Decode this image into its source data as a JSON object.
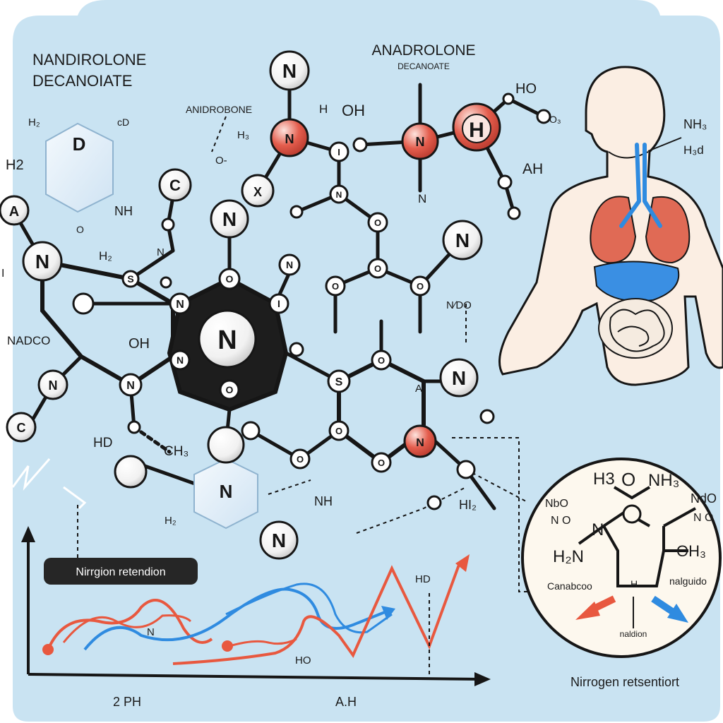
{
  "titles": {
    "left_line1": "NANDIROLONE",
    "left_line2": "DECANOIATE",
    "center_line1": "ANADROLONE",
    "center_line2": "DECANOATE",
    "small": "ANIDROBONE"
  },
  "labels": {
    "h2_topleft": "H₂",
    "h_top": "H",
    "cd_top": "cD",
    "h2_left": "H2",
    "nh_left": "NH",
    "o_left": "O",
    "i_left": "I",
    "nadco": "NADCO",
    "oh_mid": "OH",
    "hd_low": "HD",
    "ch3_low": "CH₃",
    "h2_bottom": "H₂",
    "nh_bottom": "NH",
    "hi2_bottom": "HI₂",
    "h_mid": "H",
    "oh_top": "OH",
    "h3_small": "H₃",
    "o_small": "O-",
    "ho_top": "HO",
    "o3_top": "O₃",
    "ah": "AH",
    "ndo": "N∕DO",
    "n_mid": "N",
    "h2_mid": "H₂",
    "a_mid": "A",
    "nh3_body": "NH₃",
    "h3d_body": "H₃d"
  },
  "atoms": {
    "n": "N",
    "o": "O",
    "s": "S",
    "c": "C",
    "a": "A",
    "h": "H",
    "i": "I",
    "d": "D",
    "x": "X"
  },
  "badge": {
    "text": "Nirrgion retendion"
  },
  "chart": {
    "curve_label_n": "N",
    "curve_label_hd": "HD",
    "curve_label_ho": "HO",
    "xtick_1": "2 PH",
    "xtick_2": "A.H"
  },
  "inset": {
    "h3": "H3",
    "o": "O",
    "nh3": "NH₃",
    "nbo_left": "NbO",
    "no_left": "N O",
    "n_left": "N",
    "ndo_right": "NdO",
    "no_right": "N O",
    "h2n": "H₂N",
    "oh3": "OH₃",
    "left_word": "Canabcoo",
    "right_word": "nalguido",
    "bottom_word": "naldion",
    "h": "H"
  },
  "caption": "Nirrogen retsentiort",
  "colors": {
    "background": "#c9e3f2",
    "panel": "#d6e9f5",
    "ink": "#161616",
    "red_atom": "#e05a4b",
    "blue_line": "#2f8be0",
    "red_line": "#e8583f",
    "hexagon_fill": "#e6f1fa",
    "body_skin": "#fbeee3",
    "lung": "#e06a55"
  }
}
